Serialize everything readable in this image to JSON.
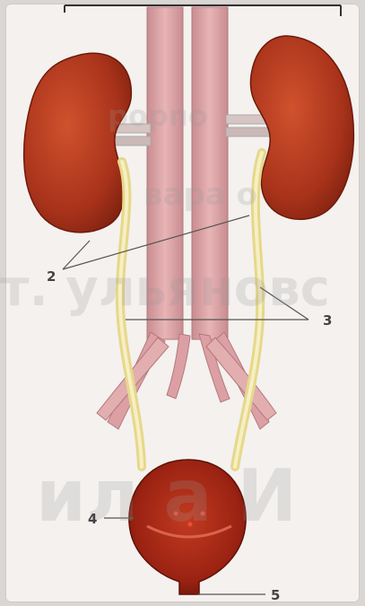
{
  "labels": {
    "l2": "2",
    "l3": "3",
    "l4": "4",
    "l5": "5"
  },
  "watermark": {
    "line1": "рорпо",
    "line2": "вара о",
    "line3": "т. ульяновс",
    "line4": "ил а И"
  },
  "colors": {
    "kidney": "#b23a1c",
    "vessel": "#dca0a4",
    "ureter": "#eee3a0",
    "bladder": "#9a2212"
  }
}
